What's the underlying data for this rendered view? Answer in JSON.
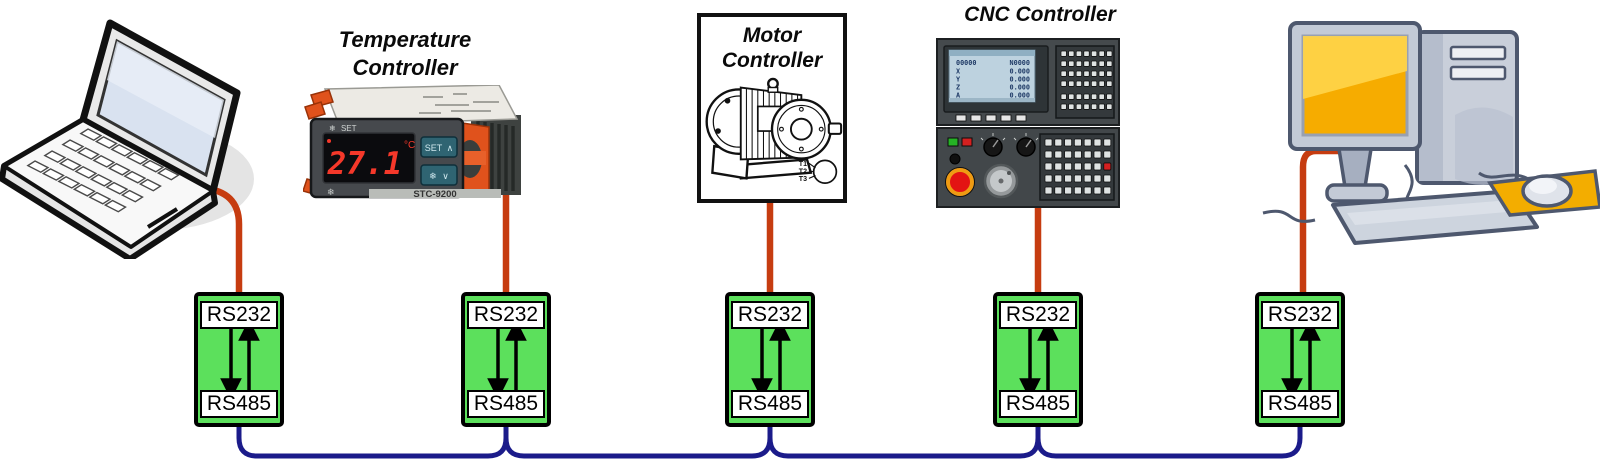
{
  "titles": {
    "temperature_controller": [
      "Temperature",
      "Controller"
    ],
    "motor_controller": [
      "Motor",
      "Controller"
    ],
    "cnc_controller": "CNC Controller"
  },
  "icons": {
    "snowflake": "❄",
    "arrow_up": "∧",
    "arrow_down": "∨"
  },
  "temperature_controller": {
    "set_indicator": "SET",
    "display_value": "27.1",
    "display_unit": "°C",
    "button_set_label": "SET",
    "model": "STC-9200"
  },
  "motor_controller": {
    "terminals": [
      "T1",
      "T2",
      "T3"
    ]
  },
  "cnc_controller": {
    "lcd": {
      "program": "00000",
      "sequence": "N0000",
      "axes": [
        {
          "name": "X",
          "value": "0.000"
        },
        {
          "name": "Y",
          "value": "0.000"
        },
        {
          "name": "Z",
          "value": "0.000"
        },
        {
          "name": "A",
          "value": "0.000"
        }
      ]
    }
  },
  "converters": [
    {
      "top": "RS232",
      "bottom": "RS485"
    },
    {
      "top": "RS232",
      "bottom": "RS485"
    },
    {
      "top": "RS232",
      "bottom": "RS485"
    },
    {
      "top": "RS232",
      "bottom": "RS485"
    },
    {
      "top": "RS232",
      "bottom": "RS485"
    }
  ],
  "colors": {
    "serial_cable_orange": "#c63c10",
    "rs485_bus_navy": "#1b1b8a",
    "converter_green": "#5ce05c"
  }
}
